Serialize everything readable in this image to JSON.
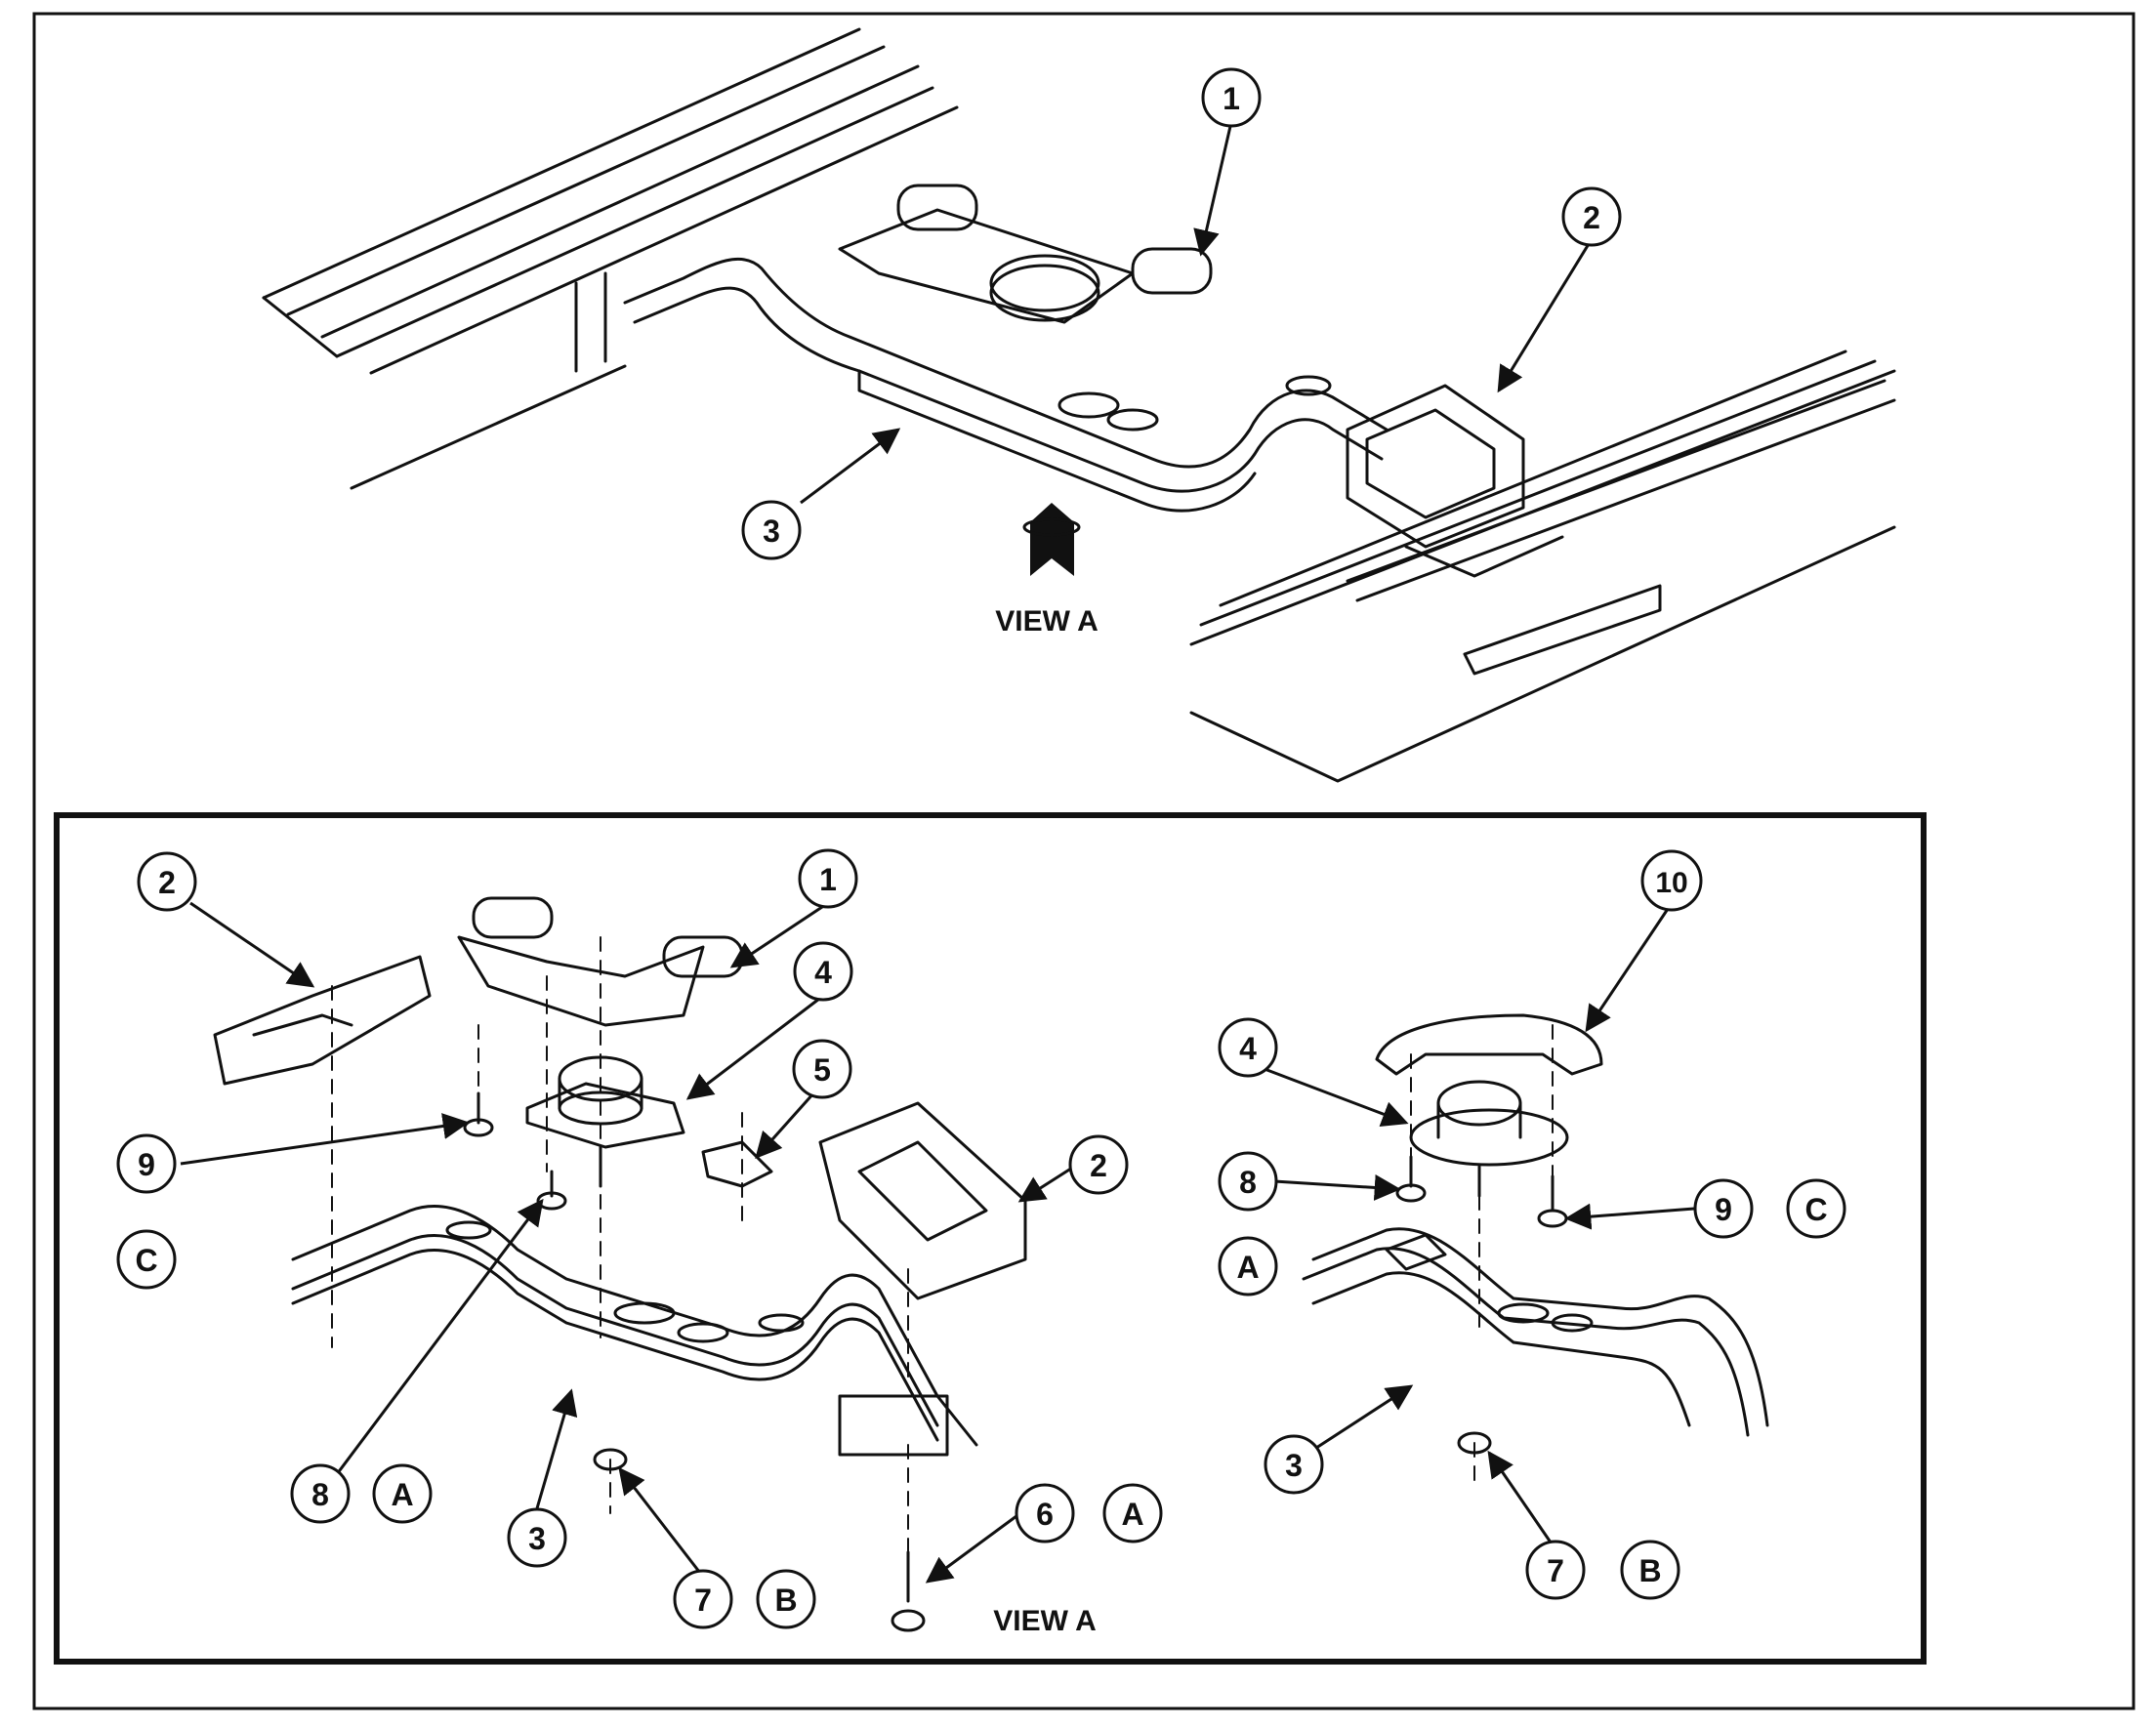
{
  "top_view": {
    "callouts": [
      "1",
      "2",
      "3"
    ],
    "view_label": "VIEW A"
  },
  "inset": {
    "left": {
      "callouts": [
        "2",
        "1",
        "4",
        "5",
        "9",
        "2",
        "8",
        "3",
        "7",
        "6"
      ],
      "letters": [
        "C",
        "A",
        "B",
        "A"
      ],
      "view_label": "VIEW A"
    },
    "right": {
      "callouts": [
        "10",
        "4",
        "8",
        "9",
        "3",
        "7"
      ],
      "letters": [
        "C",
        "A",
        "B"
      ]
    }
  },
  "icons": [
    "view-arrow-icon"
  ],
  "colors": {
    "ink": "#111111",
    "paper": "#ffffff"
  }
}
